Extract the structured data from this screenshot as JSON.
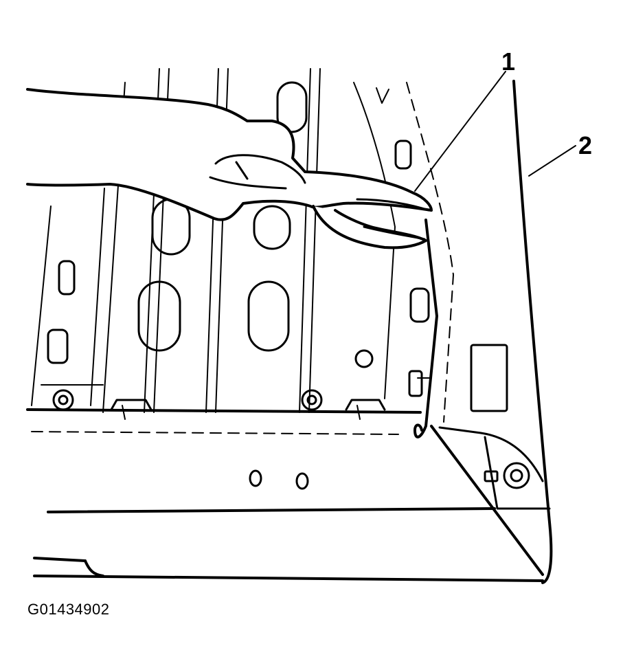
{
  "callouts": [
    {
      "label": "1"
    },
    {
      "label": "2"
    }
  ],
  "figure_id": "G01434902",
  "colors": {
    "ink": "#000000",
    "paper": "#ffffff"
  }
}
